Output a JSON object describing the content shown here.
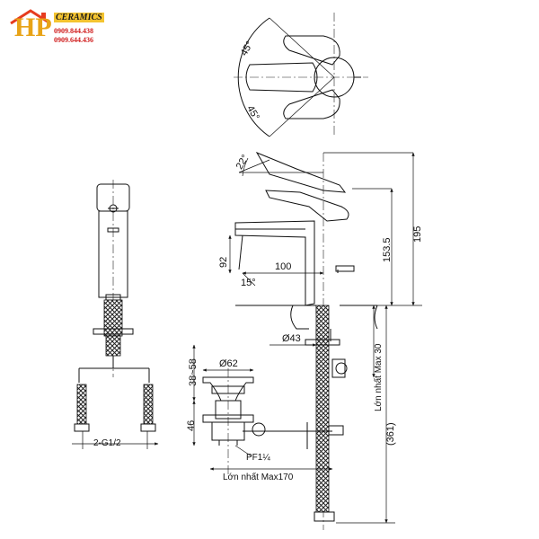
{
  "logo": {
    "mark": "HP",
    "brand": "CERAMICS",
    "phone_1": "0909.844.438",
    "phone_2": "0909.644.436",
    "colors": {
      "mark": "#e8a317",
      "brand": "#1a1a1a",
      "phone": "#d01c1c",
      "roof": "#e63b1f"
    }
  },
  "dimensions": {
    "angle_top": "45°",
    "angle_bottom": "45°",
    "lever_angle": "22°",
    "spout_angle": "15°",
    "spout_drop": "92",
    "spout_reach": "100",
    "height_153": "153.5",
    "height_195": "195",
    "base_diameter": "Ø43",
    "thread_label": "2-G1/2",
    "counter_max": "Lớn nhất Max 30",
    "total_height": "(361)",
    "drain_height": "38~58",
    "drain_diameter": "Ø62",
    "drain_46": "46",
    "drain_thread": "PF1¼",
    "rod_max": "Lớn nhất Max170"
  }
}
